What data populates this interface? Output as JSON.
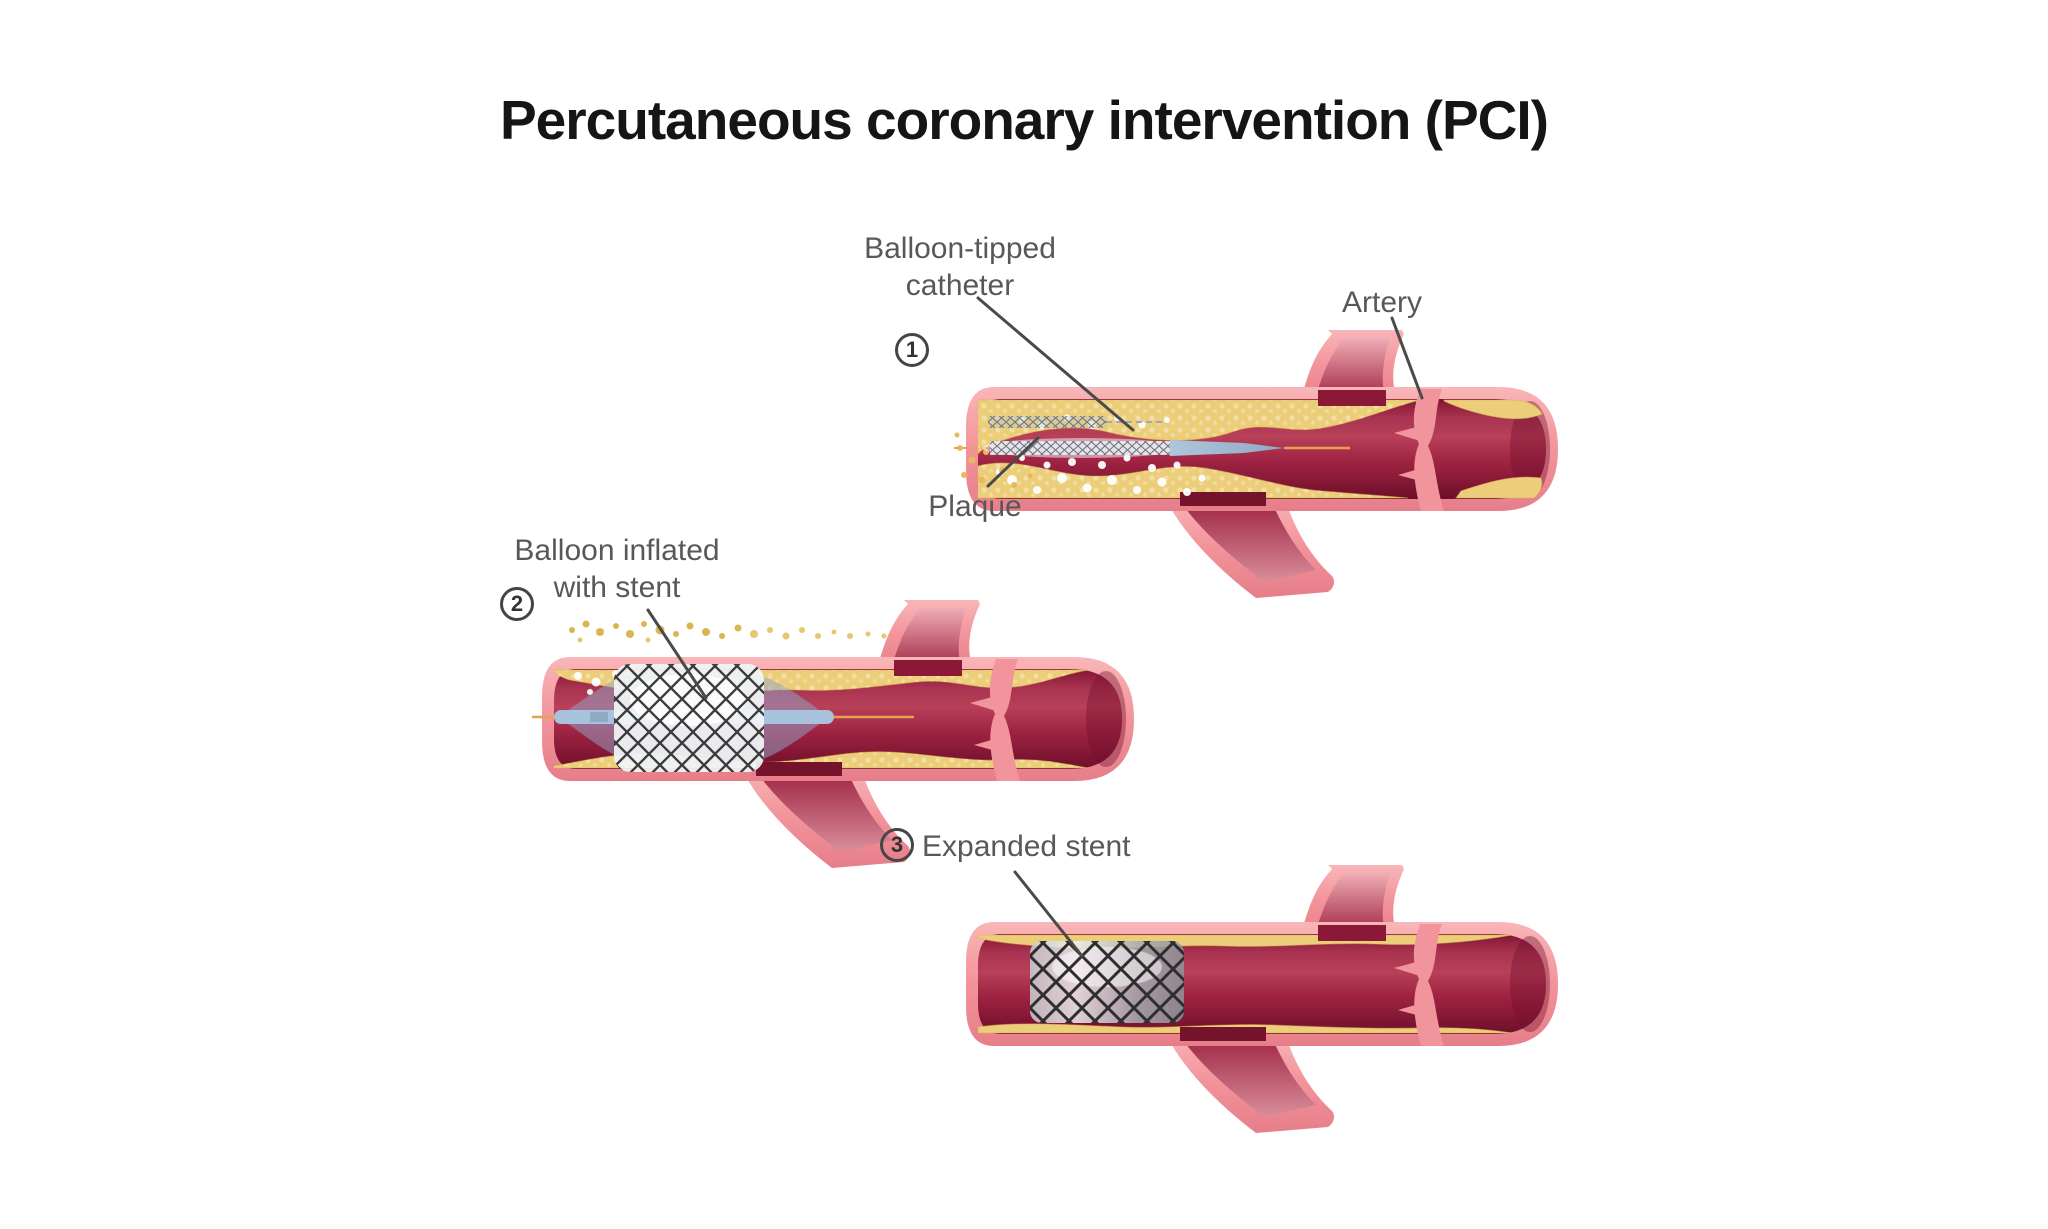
{
  "title": "Percutaneous coronary intervention (PCI)",
  "steps": [
    {
      "number": "1"
    },
    {
      "number": "2"
    },
    {
      "number": "3"
    }
  ],
  "labels": {
    "balloon_tipped_catheter": {
      "line1": "Balloon-tipped",
      "line2": "catheter"
    },
    "artery": "Artery",
    "plaque": "Plaque",
    "balloon_inflated": {
      "line1": "Balloon inflated",
      "line2": "with stent"
    },
    "expanded_stent": "Expanded stent"
  },
  "colors": {
    "background": "#FFFFFF",
    "artery_wall_pink": "#F2949B",
    "artery_lumen_red": "#9E2242",
    "plaque_yellow": "#ECCE7A",
    "balloon_blue": "#A9C7E2",
    "guidewire_orange": "#E2A44C",
    "stent_mesh_grey": "#3B3B3B",
    "label_text": "#58585A",
    "leader_line": "#4A4A4B",
    "title_text": "#151515"
  }
}
